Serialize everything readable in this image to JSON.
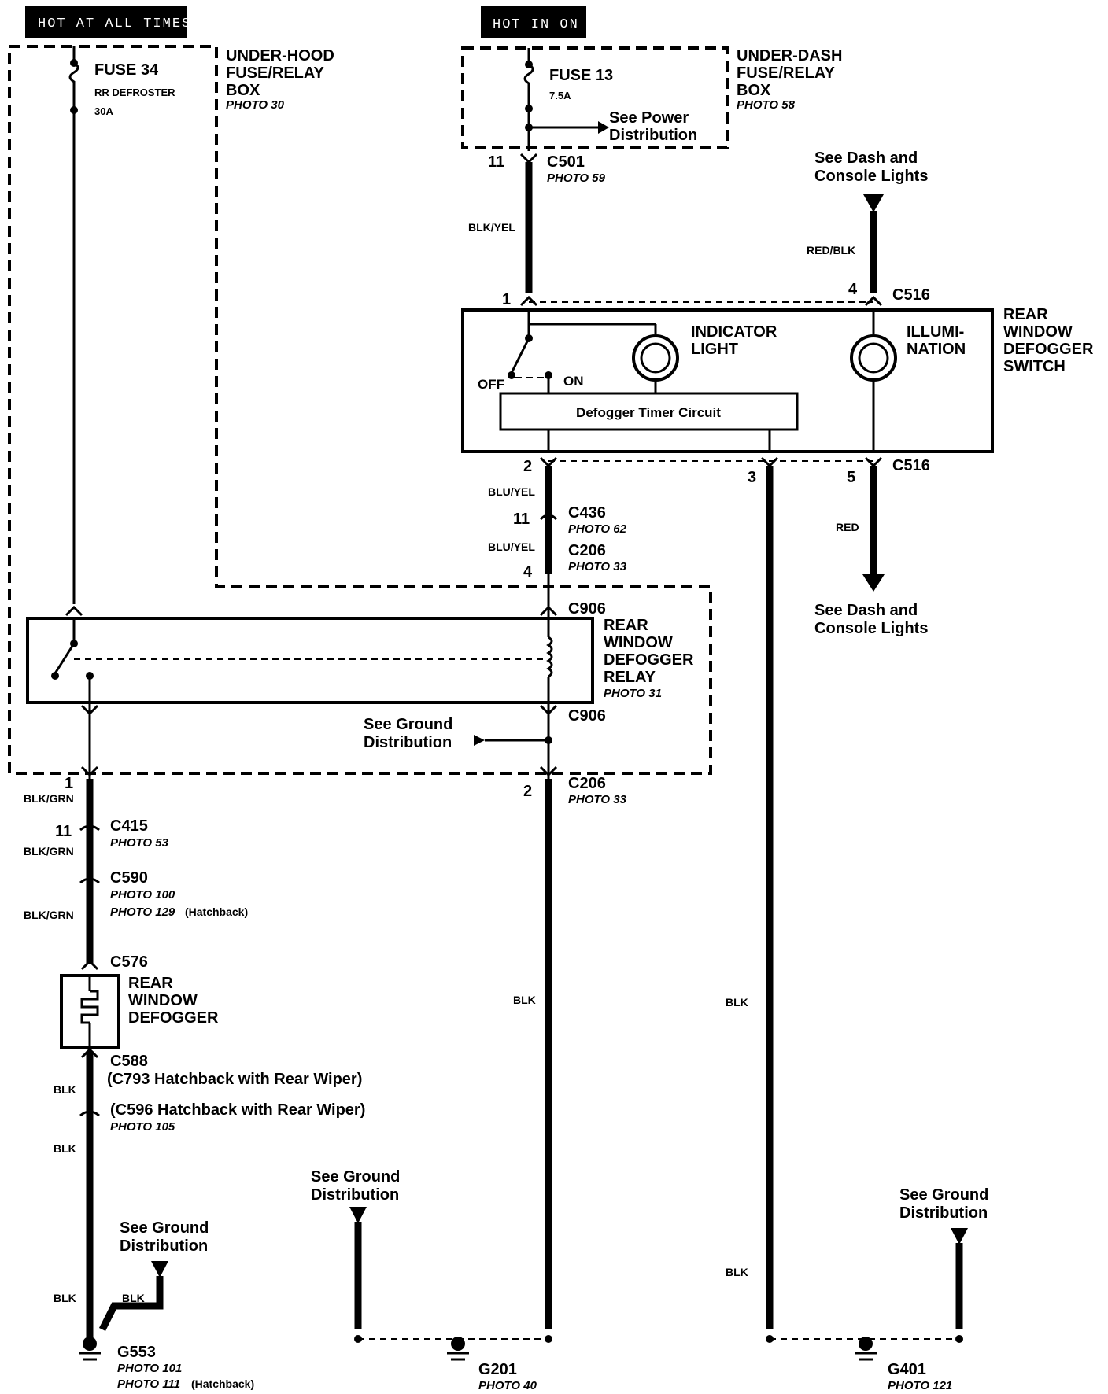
{
  "headers": {
    "hot_at_all_times": "HOT AT ALL TIMES",
    "hot_in_on": "HOT IN ON"
  },
  "fuse34": {
    "name": "FUSE 34",
    "desc": "RR DEFROSTER",
    "rating": "30A"
  },
  "underhood": {
    "l1": "UNDER-HOOD",
    "l2": "FUSE/RELAY",
    "l3": "BOX",
    "photo": "PHOTO 30"
  },
  "fuse13": {
    "name": "FUSE 13",
    "rating": "7.5A"
  },
  "power_dist": {
    "l1": "See Power",
    "l2": "Distribution"
  },
  "underdash": {
    "l1": "UNDER-DASH",
    "l2": "FUSE/RELAY",
    "l3": "BOX",
    "photo": "PHOTO 58"
  },
  "c501": {
    "pin": "11",
    "name": "C501",
    "photo": "PHOTO 59"
  },
  "dash_lights_top": {
    "l1": "See Dash and",
    "l2": "Console Lights"
  },
  "wire_blk_yel": "BLK/YEL",
  "wire_red_blk": "RED/BLK",
  "c516_top": {
    "pin1": "1",
    "pin4": "4",
    "name": "C516"
  },
  "switch": {
    "l1": "REAR",
    "l2": "WINDOW",
    "l3": "DEFOGGER",
    "l4": "SWITCH",
    "off": "OFF",
    "on": "ON"
  },
  "indicator": {
    "l1": "INDICATOR",
    "l2": "LIGHT"
  },
  "illumination": {
    "l1": "ILLUMI-",
    "l2": "NATION"
  },
  "timer": "Defogger Timer Circuit",
  "c516_bot": {
    "pin2": "2",
    "pin3": "3",
    "pin5": "5",
    "name": "C516"
  },
  "wire_blu_yel_1": "BLU/YEL",
  "c436": {
    "pin": "11",
    "name": "C436",
    "photo": "PHOTO 62"
  },
  "wire_blu_yel_2": "BLU/YEL",
  "c206_top": {
    "pin": "4",
    "name": "C206",
    "photo": "PHOTO 33"
  },
  "wire_red": "RED",
  "dash_lights_bot": {
    "l1": "See Dash and",
    "l2": "Console Lights"
  },
  "c906_top": "C906",
  "relay": {
    "l1": "REAR",
    "l2": "WINDOW",
    "l3": "DEFOGGER",
    "l4": "RELAY",
    "photo": "PHOTO 31"
  },
  "c906_bot": "C906",
  "ground_dist_relay": {
    "l1": "See Ground",
    "l2": "Distribution"
  },
  "left_branch": {
    "pin": "1",
    "wire": "BLK/GRN"
  },
  "c206_bot": {
    "pin": "2",
    "name": "C206",
    "photo": "PHOTO 33"
  },
  "c415": {
    "pin": "11",
    "name": "C415",
    "photo": "PHOTO 53"
  },
  "wire_blk_grn_2": "BLK/GRN",
  "c590": {
    "name": "C590",
    "photo": "PHOTO 100",
    "photo2": "PHOTO 129",
    "photo2_note": "(Hatchback)"
  },
  "wire_blk_grn_3": "BLK/GRN",
  "c576": "C576",
  "defogger": {
    "l1": "REAR",
    "l2": "WINDOW",
    "l3": "DEFOGGER"
  },
  "c588": {
    "name": "C588",
    "alt": "(C793 Hatchback with Rear Wiper)"
  },
  "wire_blk_1": "BLK",
  "c596": {
    "text": "(C596 Hatchback with Rear Wiper)",
    "photo": "PHOTO 105"
  },
  "wire_blk_2": "BLK",
  "wire_blk_mid": "BLK",
  "wire_blk_right1": "BLK",
  "wire_blk_right2": "BLK",
  "ground_left": {
    "l1": "See Ground",
    "l2": "Distribution"
  },
  "wire_blk_3": "BLK",
  "wire_blk_4": "BLK",
  "g553": {
    "name": "G553",
    "photo": "PHOTO 101",
    "photo2": "PHOTO 111",
    "photo2_note": "(Hatchback)"
  },
  "ground_mid": {
    "l1": "See Ground",
    "l2": "Distribution"
  },
  "g201": {
    "name": "G201",
    "photo": "PHOTO 40"
  },
  "ground_right": {
    "l1": "See Ground",
    "l2": "Distribution"
  },
  "g401": {
    "name": "G401",
    "photo": "PHOTO 121"
  }
}
